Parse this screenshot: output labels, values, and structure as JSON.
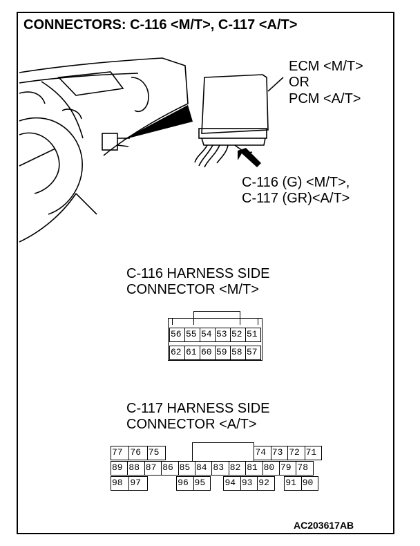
{
  "title": "CONNECTORS: C-116 <M/T>, C-117 <A/T>",
  "ecm_label": [
    "ECM <M/T>",
    "OR",
    "PCM <A/T>"
  ],
  "connector_callout": [
    "C-116 (G) <M/T>,",
    "C-117 (GR)<A/T>"
  ],
  "c116": {
    "heading": [
      "C-116 HARNESS SIDE",
      "CONNECTOR <M/T>"
    ],
    "rows": [
      [
        "56",
        "55",
        "54",
        "53",
        "52",
        "51"
      ],
      [
        "62",
        "61",
        "60",
        "59",
        "58",
        "57"
      ]
    ]
  },
  "c117": {
    "heading": [
      "C-117 HARNESS SIDE",
      "CONNECTOR <A/T>"
    ],
    "row1_left": [
      "77",
      "76",
      "75"
    ],
    "row1_right": [
      "74",
      "73",
      "72",
      "71"
    ],
    "row2": [
      "89",
      "88",
      "87",
      "86",
      "85",
      "84",
      "83",
      "82",
      "81",
      "80",
      "79",
      "78"
    ],
    "row3_left": [
      "98",
      "97"
    ],
    "row3_midleft": [
      "96",
      "95"
    ],
    "row3_midright": [
      "94",
      "93",
      "92"
    ],
    "row3_right": [
      "91",
      "90"
    ]
  },
  "figure_id": "AC203617AB"
}
